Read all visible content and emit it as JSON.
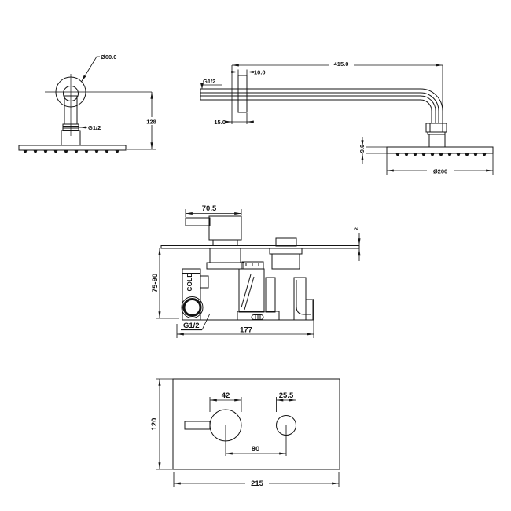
{
  "document": {
    "type": "technical-installation-drawing",
    "colors": {
      "line": "#141414",
      "background": "#ffffff"
    }
  },
  "views": {
    "ceiling_head": {
      "title": "ceiling-shower-head-front-view",
      "labels": {
        "flange_diameter": "Ø60.0",
        "thread": "G1/2",
        "height": "128"
      }
    },
    "wall_arm": {
      "title": "wall-shower-arm-side-view",
      "labels": {
        "length": "415.0",
        "flange_width": "10.0",
        "thread": "G1/2",
        "wall_offset": "15.0",
        "head_thickness": "9.0",
        "head_diameter": "Ø200"
      }
    },
    "valve_section": {
      "title": "valve-side-section-view",
      "labels": {
        "handle_depth": "70.5",
        "plate_thickness": "2",
        "install_depth": "75-90",
        "cold": "COLD",
        "inlet_thread": "G1/2",
        "width": "177"
      }
    },
    "valve_front": {
      "title": "valve-front-plate-view",
      "labels": {
        "handle_diameter": "42",
        "knob_diameter": "25.5",
        "height": "120",
        "spacing": "80",
        "width": "215"
      }
    }
  }
}
